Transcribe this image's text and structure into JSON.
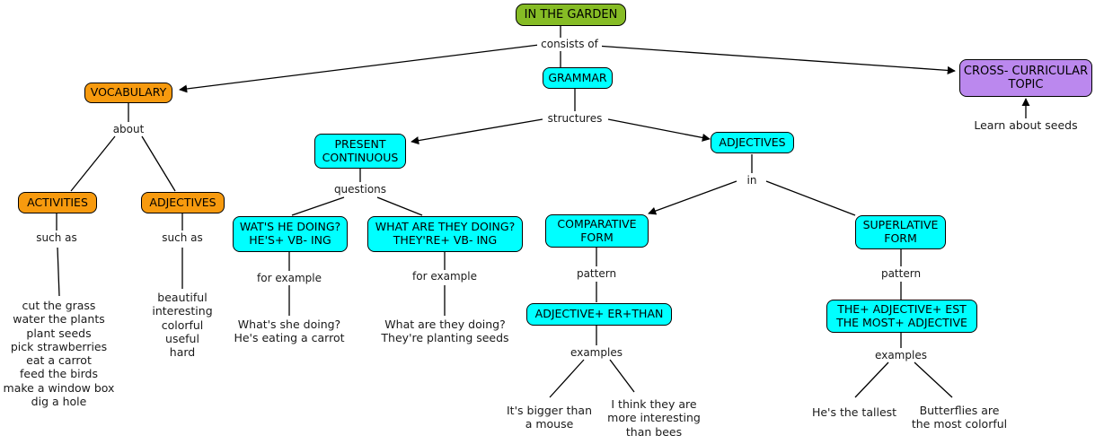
{
  "diagram": {
    "title": "IN THE GARDEN",
    "type": "concept-map",
    "colors": {
      "root": "#86bc25",
      "vocabulary": "#f79a0e",
      "grammar": "#00ffff",
      "cross_curricular": "#bb88ee",
      "line": "#000000",
      "text": "#1a1a1a",
      "background": "#ffffff"
    },
    "nodes": {
      "root": "IN THE GARDEN",
      "grammar": "GRAMMAR",
      "cross_curricular": "CROSS- CURRICULAR\nTOPIC",
      "vocabulary": "VOCABULARY",
      "vocab_activities": "ACTIVITIES",
      "vocab_adjectives": "ADJECTIVES",
      "present_continuous": "PRESENT\nCONTINUOUS",
      "grammar_adjectives": "ADJECTIVES",
      "question_he": "WAT'S HE DOING?\nHE'S+ VB- ING",
      "question_they": "WHAT ARE THEY DOING?\nTHEY'RE+ VB- ING",
      "comparative_form": "COMPARATIVE\nFORM",
      "superlative_form": "SUPERLATIVE\nFORM",
      "comparative_pattern": "ADJECTIVE+ ER+THAN",
      "superlative_pattern": "THE+ ADJECTIVE+ EST\nTHE MOST+ ADJECTIVE"
    },
    "link_labels": {
      "consists_of": "consists of",
      "structures": "structures",
      "about": "about",
      "such_as_activities": "such as",
      "such_as_adjectives": "such as",
      "questions": "questions",
      "in": "in",
      "for_example_he": "for example",
      "for_example_they": "for example",
      "pattern_comparative": "pattern",
      "pattern_superlative": "pattern",
      "examples_comparative": "examples",
      "examples_superlative": "examples"
    },
    "leaves": {
      "cross_curricular_detail": "Learn about seeds",
      "activities_list": "cut the grass\nwater the plants\nplant seeds\npick strawberries\neat a carrot\nfeed the birds\nmake a window box\ndig a hole",
      "adjectives_list": "beautiful\ninteresting\ncolorful\nuseful\nhard",
      "example_he": "What's she doing?\nHe's eating a carrot",
      "example_they": "What are they doing?\nThey're planting seeds",
      "example_comparative_1": "It's bigger than\na mouse",
      "example_comparative_2": "I think they are\nmore interesting\nthan bees",
      "example_superlative_1": "He's the tallest",
      "example_superlative_2": "Butterflies are\nthe most colorful"
    }
  }
}
